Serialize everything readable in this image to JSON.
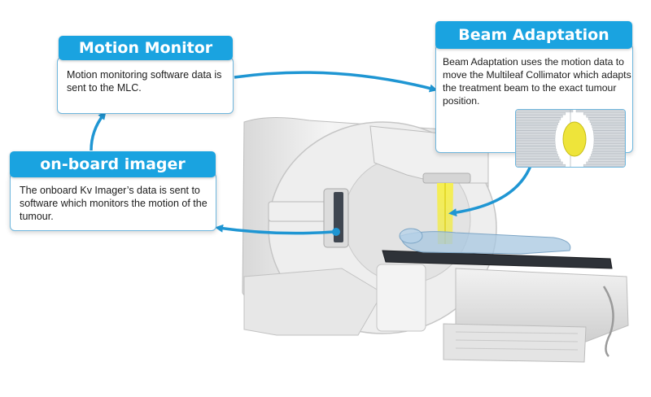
{
  "motion_monitor": {
    "title": "Motion Monitor",
    "text": "Motion monitoring software data is sent to the MLC."
  },
  "onboard_imager": {
    "title": "on-board imager",
    "text": "The onboard Kv Imager’s data is sent to software which monitors the motion of the tumour."
  },
  "beam_adaptation": {
    "title": "Beam Adaptation",
    "text": "Beam Adaptation uses the motion data to move the Multileaf Collimator which adapts the  treatment beam to the exact tumour position."
  },
  "colors": {
    "header_blue": "#1aa3e0",
    "arrow_blue": "#1f96d3",
    "border_blue": "#6fb7de",
    "beam_yellow": "#f2ea2e",
    "tumour_yellow": "#eee43a"
  }
}
